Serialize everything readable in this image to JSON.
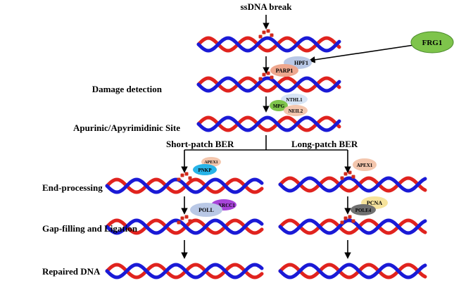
{
  "title": "ssDNA break",
  "external_factor": {
    "label": "FRG1",
    "color": "#7ec44b"
  },
  "colors": {
    "strand_blue": "#1a1ad6",
    "strand_red": "#e0231e",
    "fragment": "#d12a1c"
  },
  "steps": {
    "damage_detection": "Damage detection",
    "ap_site": "Apurinic/Apyrimidinic Site",
    "end_processing": "End-processing",
    "gap_filling": "Gap-filling and Ligation",
    "repaired": "Repaired DNA"
  },
  "pathways": {
    "short": "Short-patch BER",
    "long": "Long-patch BER"
  },
  "proteins": {
    "hpf1": "HPF1",
    "parp1": "PARP1",
    "nthl1": "NTHL1",
    "mpg": "MPG",
    "neil2": "NEIL2",
    "apex1_short": "APEX1",
    "pnkp": "PNKP",
    "xrcc1": "XRCC1",
    "poll": "POLL",
    "apex1_long": "APEX1",
    "pcna": "PCNA",
    "pole4": "POLE4"
  }
}
